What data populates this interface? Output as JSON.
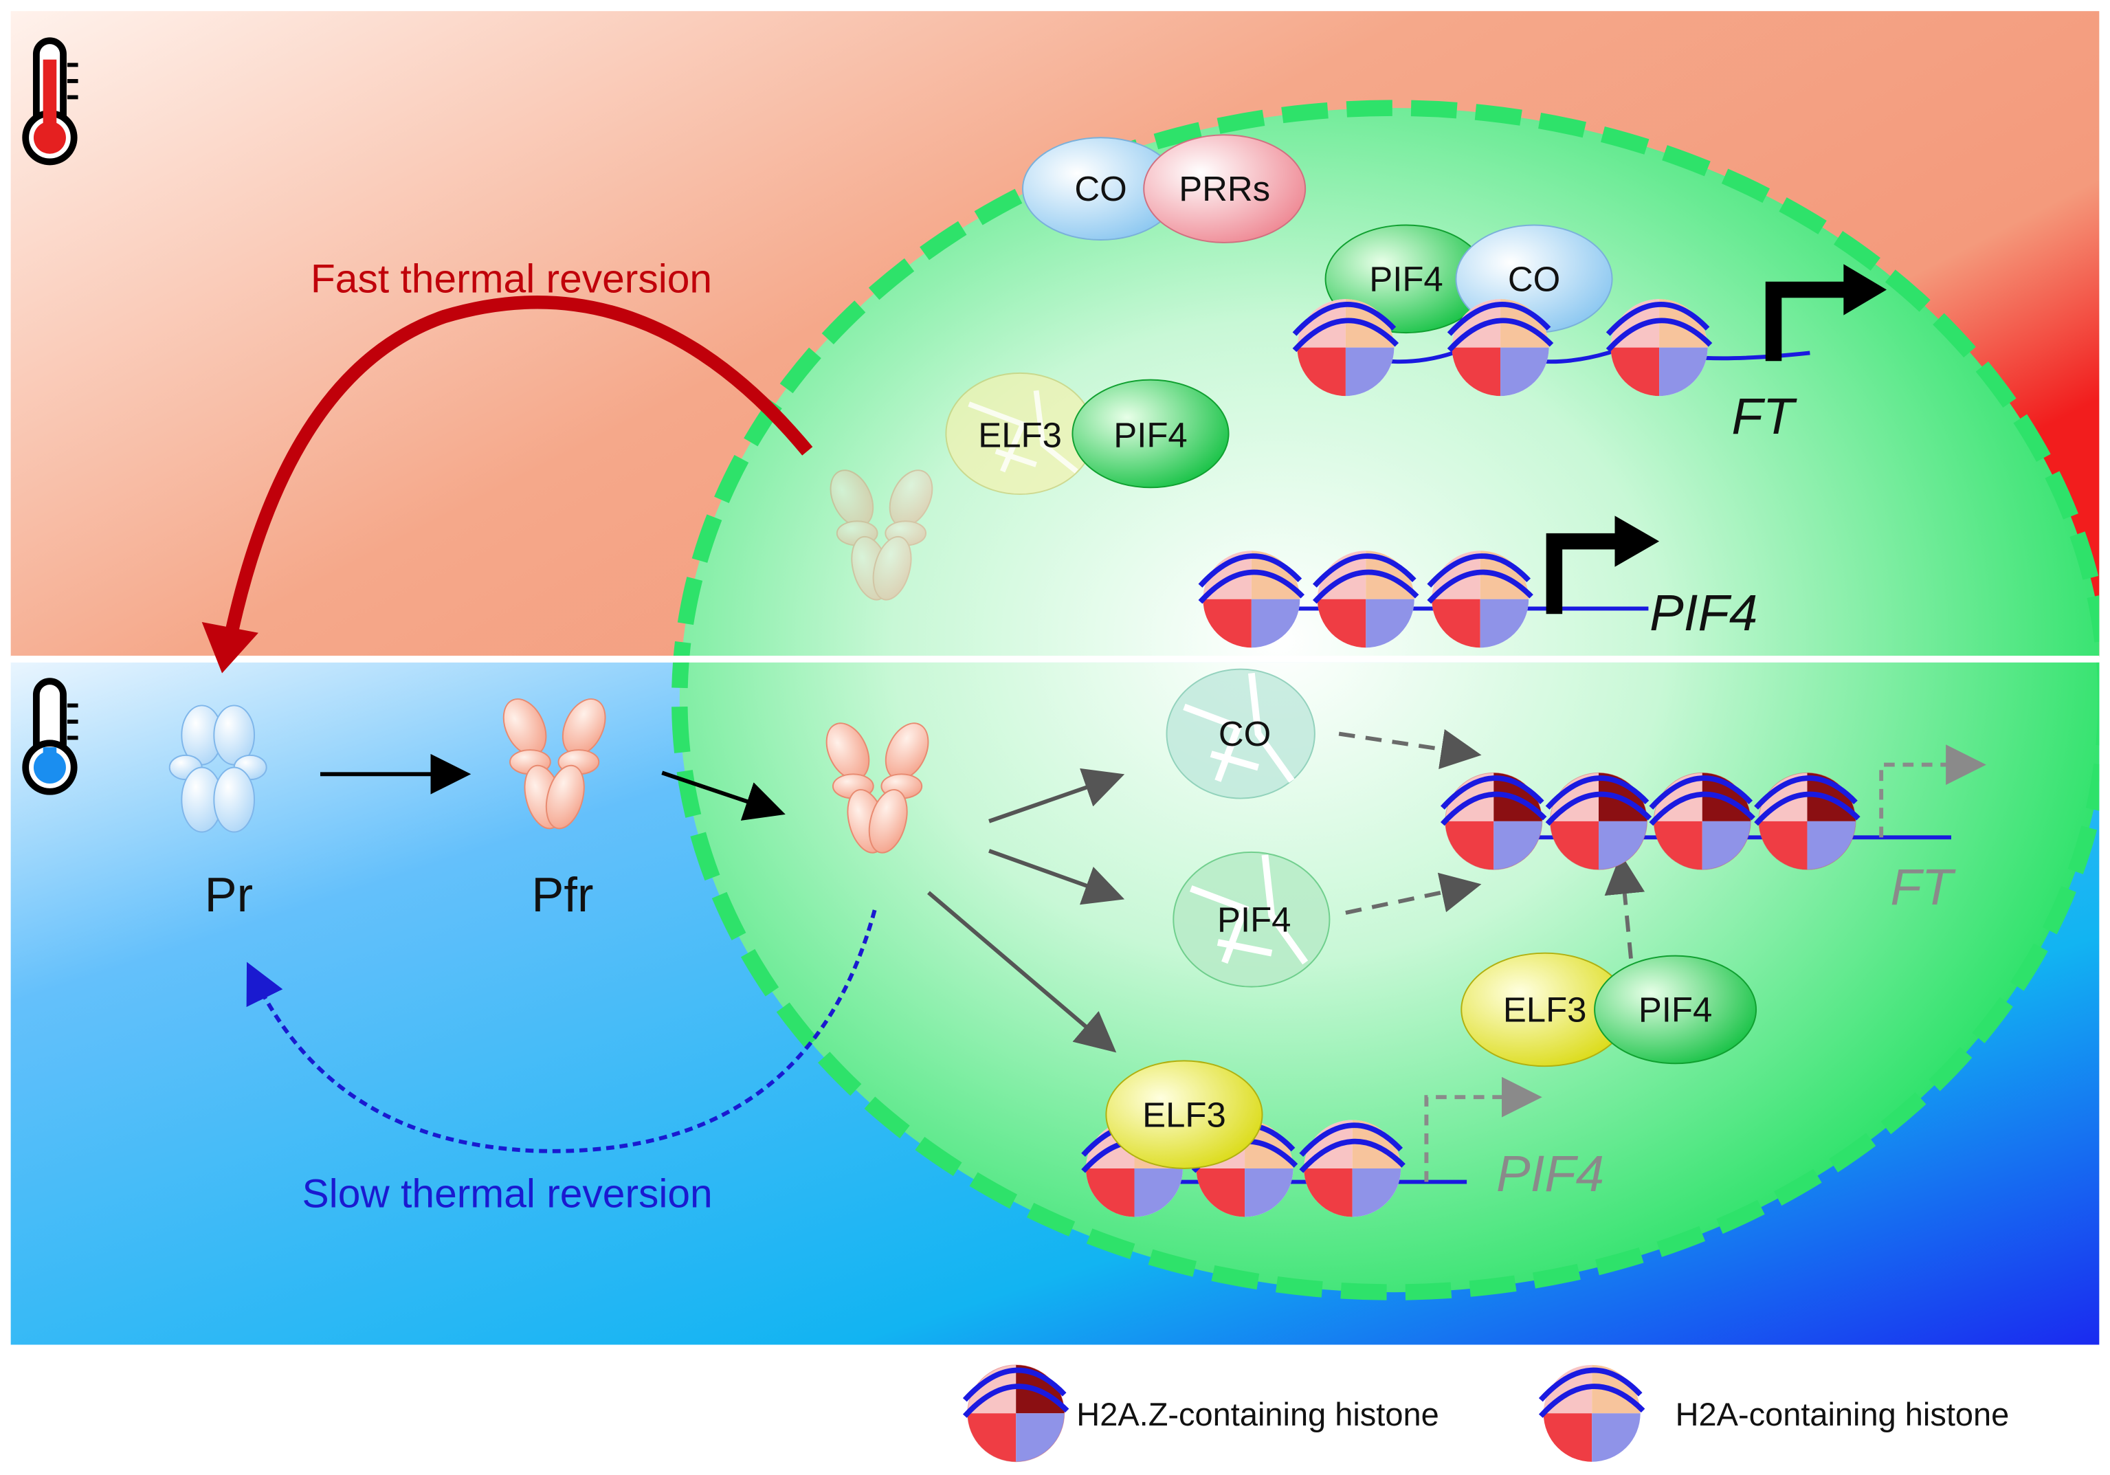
{
  "panels": {
    "warm": {
      "icon": "thermometer-warm-icon",
      "reversion_label": "Fast thermal reversion",
      "reversion_color": "#c0000a"
    },
    "cool": {
      "icon": "thermometer-cool-icon",
      "reversion_label": "Slow thermal reversion",
      "reversion_color": "#1a1ad0"
    }
  },
  "phytochrome": {
    "pr_label": "Pr",
    "pfr_label": "Pfr"
  },
  "proteins": {
    "co": "CO",
    "prrs": "PRRs",
    "pif4": "PIF4",
    "elf3": "ELF3"
  },
  "genes": {
    "ft": "FT",
    "pif4": "PIF4"
  },
  "legend": {
    "h2az": "H2A.Z-containing histone",
    "h2a": "H2A-containing histone"
  },
  "colors": {
    "warm_bg": "#f4a184",
    "cool_bg": "#3aa9f0",
    "nucleus": "#2ee26a",
    "co": "#a9d6f5",
    "prrs": "#f3a0a8",
    "pif4": "#1fd24e",
    "elf3": "#eeee3a"
  }
}
